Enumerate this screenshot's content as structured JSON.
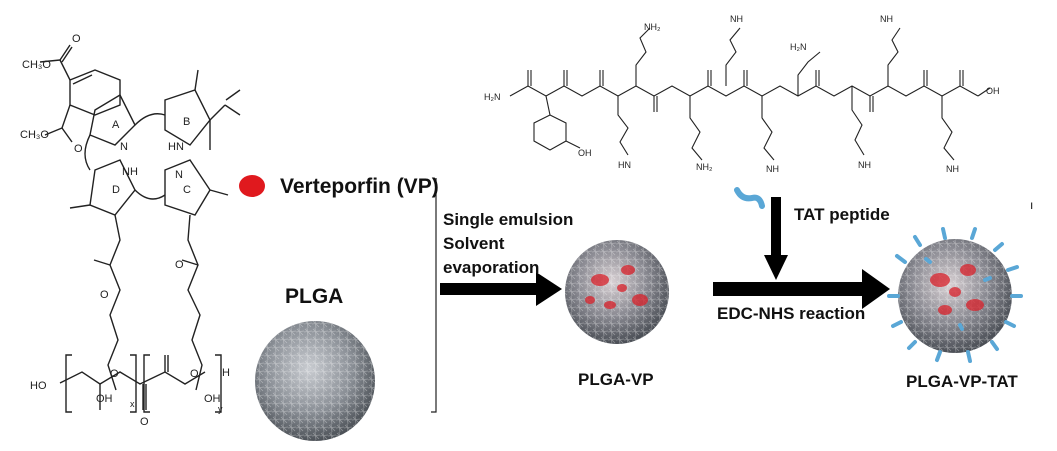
{
  "labels": {
    "verteporfin": "Verteporfin (VP)",
    "plga": "PLGA",
    "single_emulsion": "Single emulsion",
    "solvent": "Solvent",
    "evaporation": "evaporation",
    "plga_vp": "PLGA-VP",
    "tat_peptide": "TAT peptide",
    "edc_nhs": "EDC-NHS reaction",
    "plga_vp_tat": "PLGA-VP-TAT",
    "corner_mark": "ı"
  },
  "chem_text": {
    "ring_a": "A",
    "ring_b": "B",
    "ring_c": "C",
    "ring_d": "D",
    "hn": "HN",
    "nh": "NH",
    "n": "N",
    "o": "O",
    "oh": "OH",
    "ch3o_1": "CH₃O",
    "ch3o_2": "CH₃O",
    "ho": "HO",
    "x": "x",
    "y": "y",
    "h": "H",
    "h2n": "H₂N",
    "nh2": "NH₂",
    "hn_pep": "HN"
  },
  "colors": {
    "vp_dot": "#e0191e",
    "arrow": "#000000",
    "plga_particle": "#8a8f96",
    "vp_load": "#d8202a",
    "tat_blue": "#5aa7d6"
  }
}
